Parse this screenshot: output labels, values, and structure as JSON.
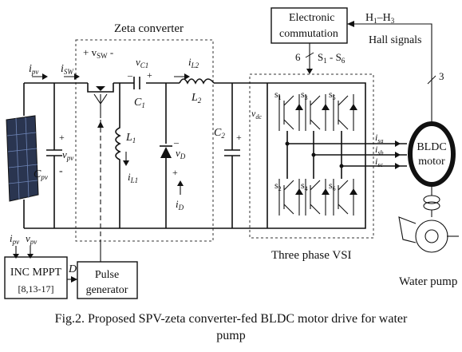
{
  "labels": {
    "zeta_converter": "Zeta converter",
    "electronic": "Electronic",
    "commutation": "commutation",
    "h_signals": "H",
    "hall_signals": "Hall signals",
    "gate_count": "6",
    "switch_range": "S",
    "hall_count": "3",
    "i_pv": "i",
    "i_sw": "i",
    "v_sw": "+ v",
    "v_c1": "v",
    "i_l2": "i",
    "c1": "C",
    "l2": "L",
    "l1": "L",
    "i_l1": "i",
    "v_d": "v",
    "i_d": "i",
    "c2": "C",
    "v_dc": "v",
    "c_pv": "C",
    "v_pv": "v",
    "s1": "s",
    "s3": "s",
    "s5": "s",
    "s2": "s",
    "s4": "s",
    "s6": "s",
    "i_sa": "i",
    "i_sb": "i",
    "i_sc": "i",
    "bldc": "BLDC",
    "motor": "motor",
    "three_phase_vsi": "Three phase VSI",
    "water_pump": "Water pump",
    "mppt_in_i": "i",
    "mppt_in_v": "v",
    "inc_mppt": "INC MPPT",
    "mppt_ref": "[8,13-17]",
    "duty": "D",
    "pulse": "Pulse",
    "generator": "generator"
  },
  "caption": {
    "line1": "Fig.2. Proposed SPV-zeta converter-fed BLDC motor drive for water",
    "line2": "pump"
  },
  "colors": {
    "line": "#111111",
    "panel": "#2a3550",
    "panel_cell": "#6f86b8",
    "background": "#ffffff"
  }
}
